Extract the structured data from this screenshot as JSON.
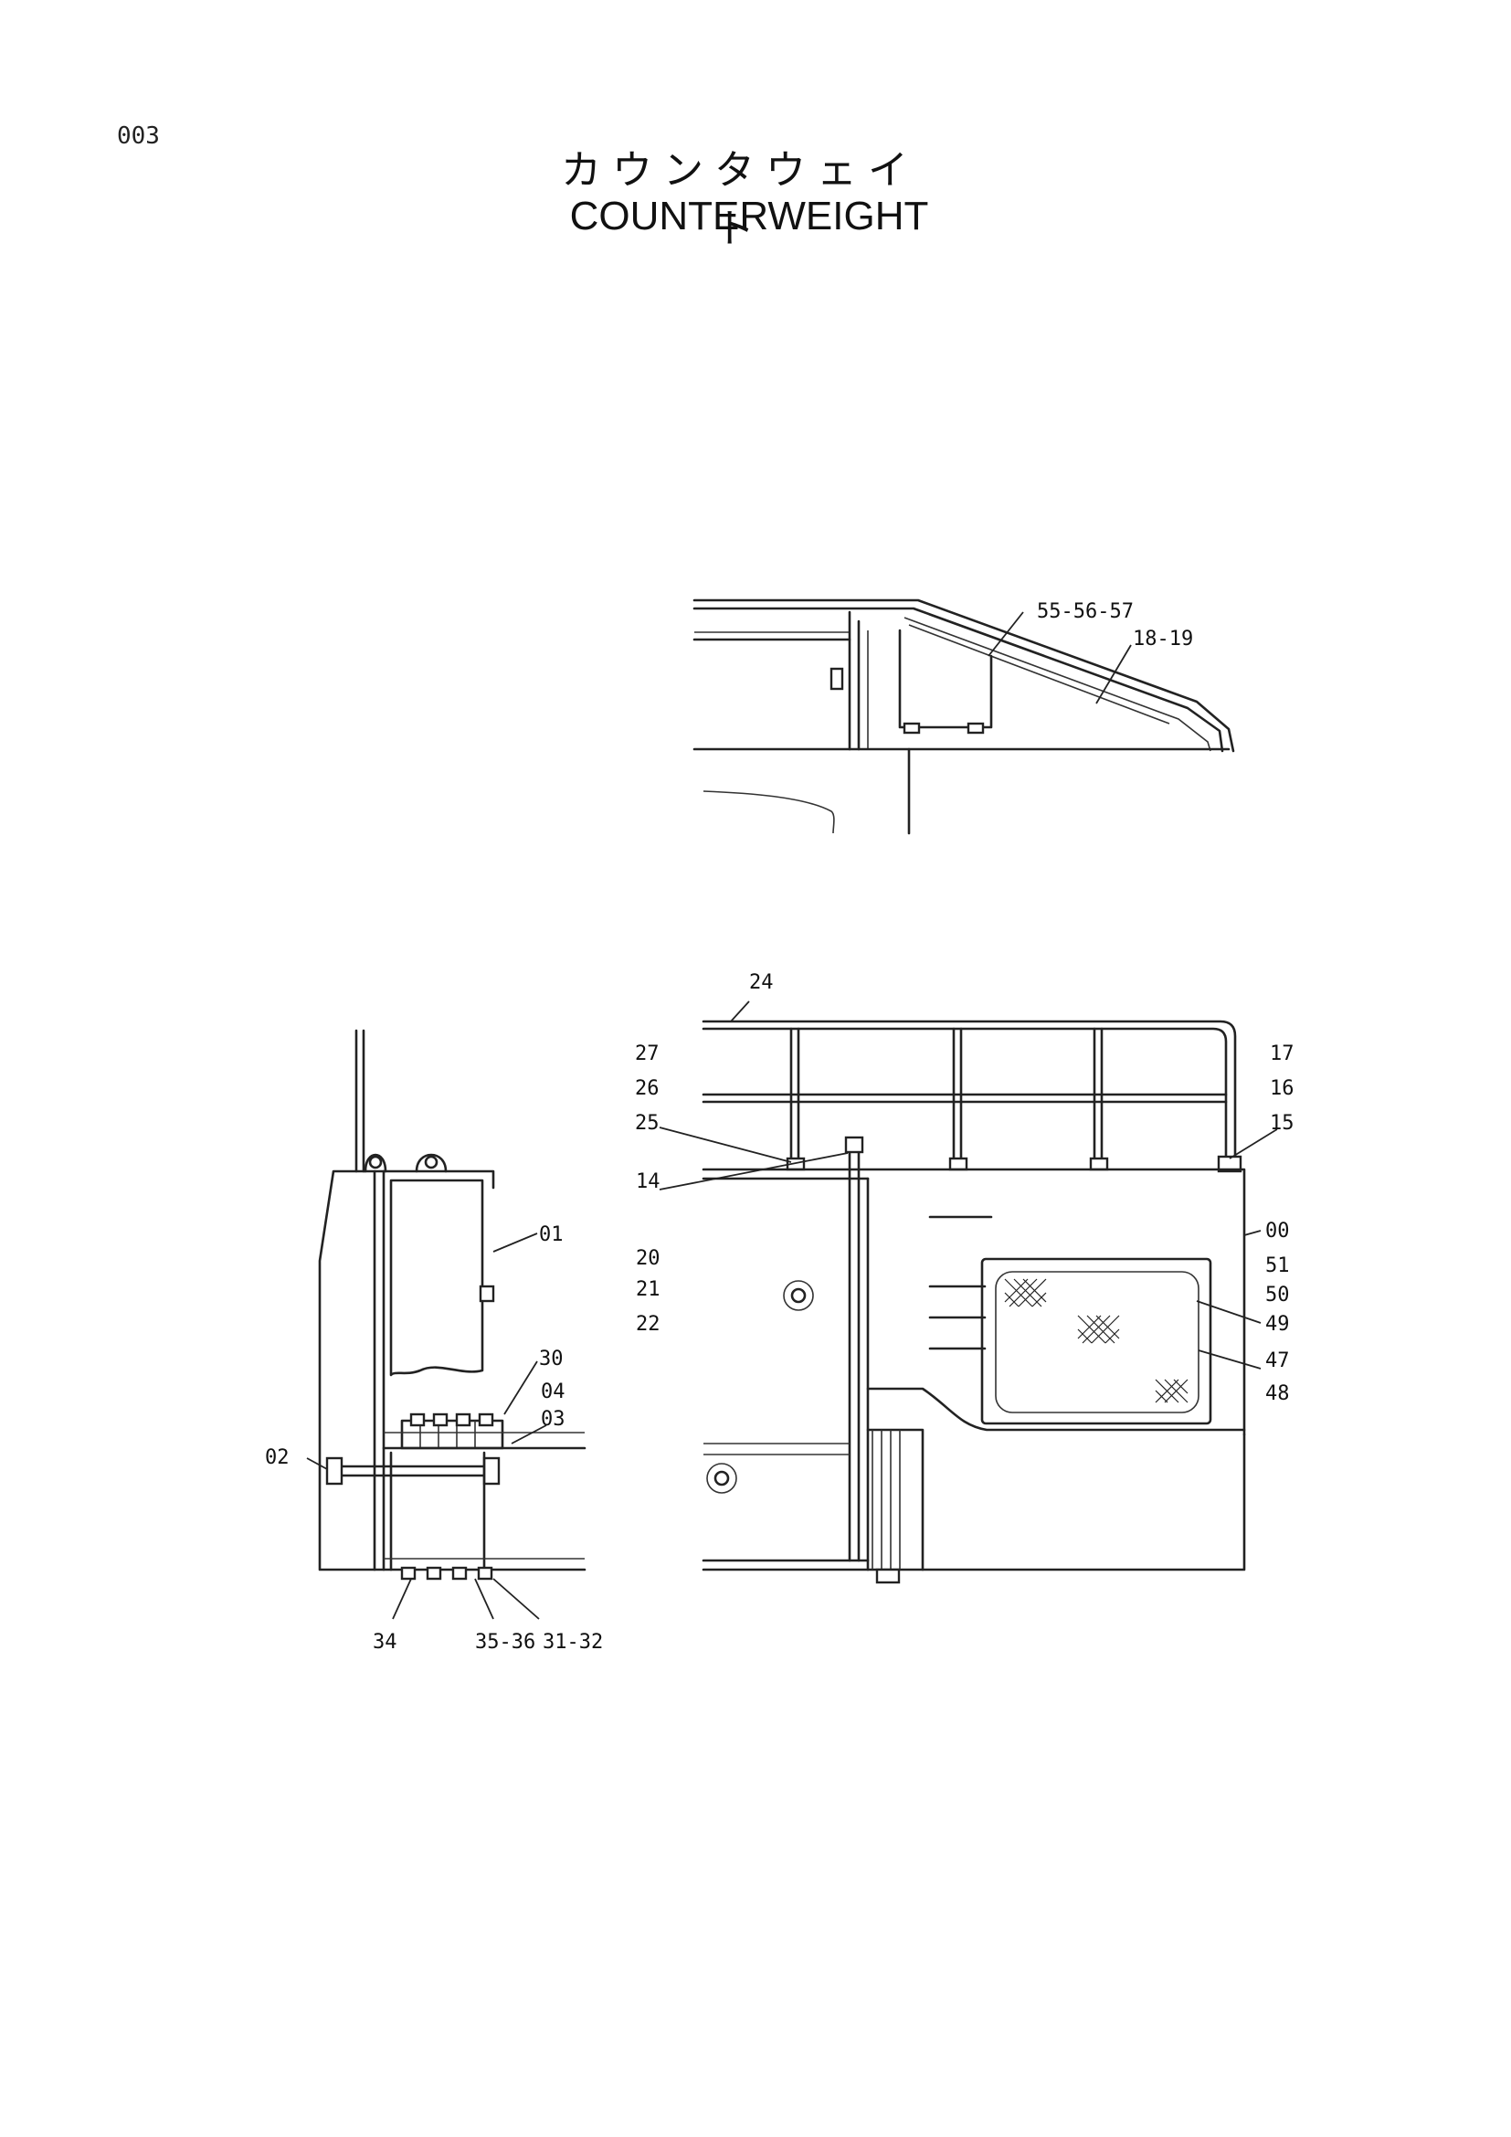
{
  "page_id": "003",
  "title_ja": "カウンタウェイト",
  "title_en": "COUNTERWEIGHT",
  "callouts": {
    "p555657": "55-56-57",
    "p1819": "18-19",
    "p24": "24",
    "p27": "27",
    "p26": "26",
    "p25": "25",
    "p17": "17",
    "p16": "16",
    "p15": "15",
    "p14": "14",
    "p20": "20",
    "p21": "21",
    "p22": "22",
    "p00": "00",
    "p51": "51",
    "p50": "50",
    "p49": "49",
    "p47": "47",
    "p48": "48",
    "p01": "01",
    "p30": "30",
    "p04": "04",
    "p03": "03",
    "p02": "02",
    "p34": "34",
    "p3536": "35-36",
    "p3132": "31-32"
  }
}
